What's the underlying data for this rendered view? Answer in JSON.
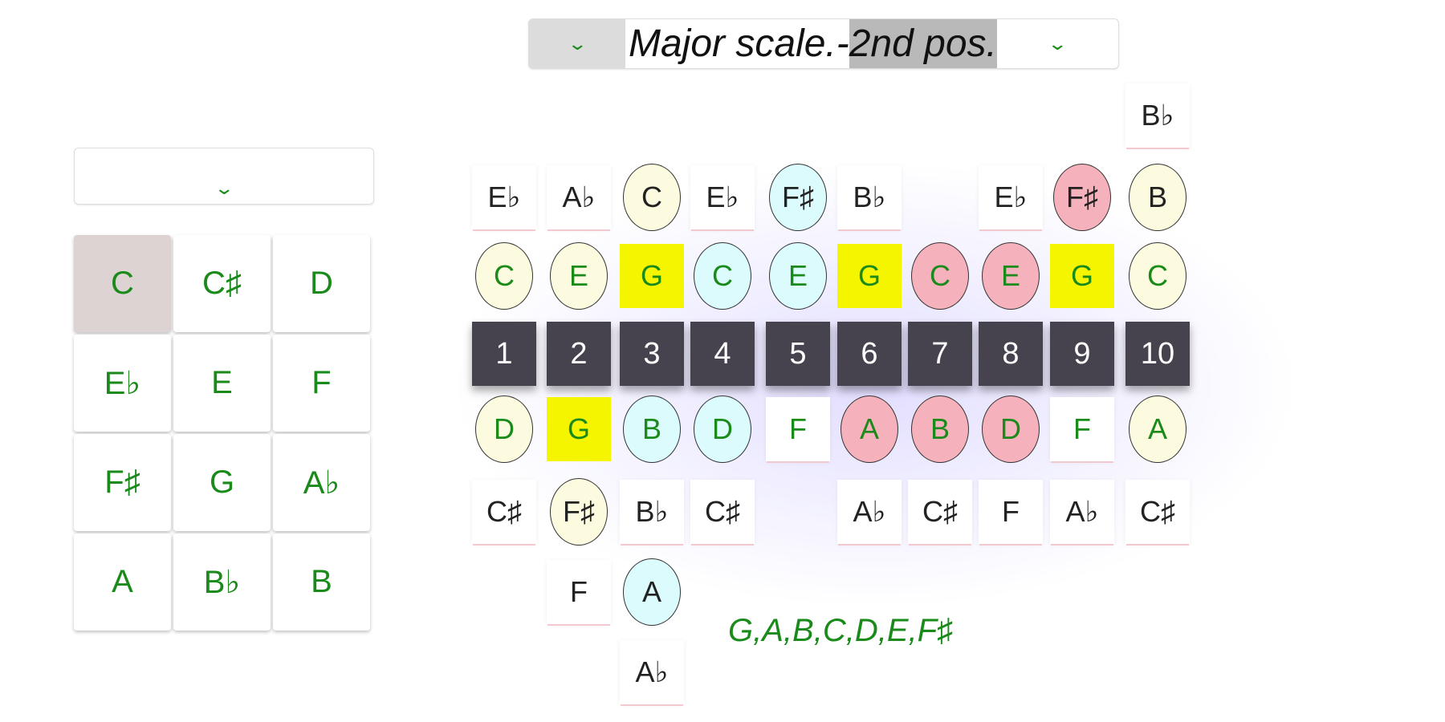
{
  "scale_selector": {
    "label": "Major scale.-",
    "position": "2nd pos.",
    "prev_icon": "chevron-down-icon",
    "next_icon": "chevron-down-icon"
  },
  "key_selector": {
    "icon": "chevron-down-icon"
  },
  "keys": [
    {
      "label": "C",
      "selected": true
    },
    {
      "label": "C♯"
    },
    {
      "label": "D"
    },
    {
      "label": "E♭"
    },
    {
      "label": "E"
    },
    {
      "label": "F"
    },
    {
      "label": "F♯"
    },
    {
      "label": "G"
    },
    {
      "label": "A♭"
    },
    {
      "label": "A"
    },
    {
      "label": "B♭"
    },
    {
      "label": "B"
    }
  ],
  "colors": {
    "accent": "#1a8a1a",
    "root": "#f5f500",
    "yellow": "#fdfbdf",
    "cyan": "#dcfbfd",
    "pink": "#f6b2bc",
    "hole": "#46434f"
  },
  "holes": [
    {
      "number": "1",
      "notes": [
        {
          "row": 1,
          "note": "E♭",
          "style": "plain"
        },
        {
          "row": 2,
          "note": "C",
          "style": "cy"
        },
        {
          "row": 4,
          "note": "D",
          "style": "cy"
        },
        {
          "row": 5,
          "note": "C♯",
          "style": "plain"
        }
      ]
    },
    {
      "number": "2",
      "notes": [
        {
          "row": 1,
          "note": "A♭",
          "style": "plain"
        },
        {
          "row": 2,
          "note": "E",
          "style": "cy"
        },
        {
          "row": 4,
          "note": "G",
          "style": "sq"
        },
        {
          "row": 5,
          "note": "F♯",
          "style": "cy"
        },
        {
          "row": 6,
          "note": "F",
          "style": "plain"
        }
      ]
    },
    {
      "number": "3",
      "notes": [
        {
          "row": 1,
          "note": "C",
          "style": "cy"
        },
        {
          "row": 2,
          "note": "G",
          "style": "sq"
        },
        {
          "row": 4,
          "note": "B",
          "style": "cc"
        },
        {
          "row": 5,
          "note": "B♭",
          "style": "plain"
        },
        {
          "row": 6,
          "note": "A",
          "style": "cc"
        },
        {
          "row": 7,
          "note": "A♭",
          "style": "plain"
        }
      ]
    },
    {
      "number": "4",
      "notes": [
        {
          "row": 1,
          "note": "E♭",
          "style": "plain"
        },
        {
          "row": 2,
          "note": "C",
          "style": "cc"
        },
        {
          "row": 4,
          "note": "D",
          "style": "cc"
        },
        {
          "row": 5,
          "note": "C♯",
          "style": "plain"
        }
      ]
    },
    {
      "number": "5",
      "notes": [
        {
          "row": 1,
          "note": "F♯",
          "style": "cc"
        },
        {
          "row": 2,
          "note": "E",
          "style": "cc"
        },
        {
          "row": 4,
          "note": "F",
          "style": "plain"
        }
      ]
    },
    {
      "number": "6",
      "notes": [
        {
          "row": 1,
          "note": "B♭",
          "style": "plain"
        },
        {
          "row": 2,
          "note": "G",
          "style": "sq"
        },
        {
          "row": 4,
          "note": "A",
          "style": "cp"
        },
        {
          "row": 5,
          "note": "A♭",
          "style": "plain"
        }
      ]
    },
    {
      "number": "7",
      "notes": [
        {
          "row": 2,
          "note": "C",
          "style": "cp"
        },
        {
          "row": 4,
          "note": "B",
          "style": "cp"
        },
        {
          "row": 5,
          "note": "C♯",
          "style": "plain"
        }
      ]
    },
    {
      "number": "8",
      "notes": [
        {
          "row": 1,
          "note": "E♭",
          "style": "plain"
        },
        {
          "row": 2,
          "note": "E",
          "style": "cp"
        },
        {
          "row": 4,
          "note": "D",
          "style": "cp"
        },
        {
          "row": 5,
          "note": "F",
          "style": "plain"
        }
      ]
    },
    {
      "number": "9",
      "notes": [
        {
          "row": 1,
          "note": "F♯",
          "style": "cp"
        },
        {
          "row": 2,
          "note": "G",
          "style": "sq"
        },
        {
          "row": 4,
          "note": "F",
          "style": "plain"
        },
        {
          "row": 5,
          "note": "A♭",
          "style": "plain"
        }
      ]
    },
    {
      "number": "10",
      "notes": [
        {
          "row": 0,
          "note": "B♭",
          "style": "plain"
        },
        {
          "row": 1,
          "note": "B",
          "style": "cy"
        },
        {
          "row": 2,
          "note": "C",
          "style": "cy"
        },
        {
          "row": 4,
          "note": "A",
          "style": "cy"
        },
        {
          "row": 5,
          "note": "C♯",
          "style": "plain"
        }
      ]
    }
  ],
  "scale_notes": "G,A,B,C,D,E,F♯"
}
